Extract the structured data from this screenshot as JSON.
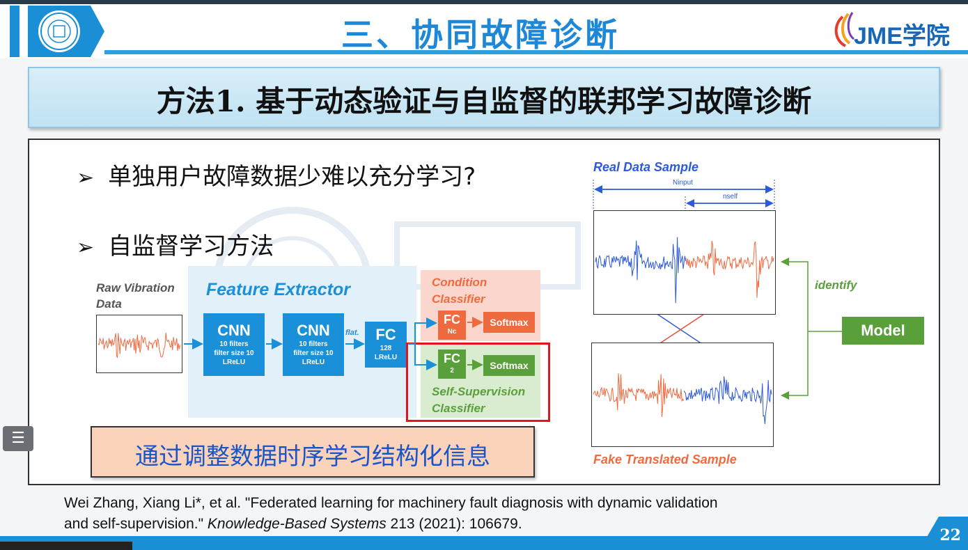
{
  "header": {
    "title": "三、协同故障诊断",
    "brand_text": "JME学院",
    "university_logo": "university-seal-icon",
    "brand_logo": "jme-logo-icon"
  },
  "subtitle": "方法1. 基于动态验证与自监督的联邦学习故障诊断",
  "bullets": [
    {
      "marker": "➢",
      "text": "单独用户故障数据少难以充分学习?"
    },
    {
      "marker": "➢",
      "text": "自监督学习方法"
    }
  ],
  "diagram": {
    "raw_label": "Raw Vibration\nData",
    "raw_label_1": "Raw Vibration",
    "raw_label_2": "Data",
    "feature_extractor": "Feature Extractor",
    "cnn1": {
      "title": "CNN",
      "l1": "10 filters",
      "l2": "filter size 10",
      "l3": "LReLU"
    },
    "cnn2": {
      "title": "CNN",
      "l1": "10 filters",
      "l2": "filter size 10",
      "l3": "LReLU"
    },
    "flat": "flat.",
    "fc128": {
      "title": "FC",
      "l1": "128",
      "l2": "LReLU"
    },
    "cond_label_1": "Condition",
    "cond_label_2": "Classifier",
    "fc_nc": {
      "title": "FC",
      "l1": "Nc"
    },
    "softmax1": "Softmax",
    "fc2": {
      "title": "FC",
      "l1": "2"
    },
    "softmax2": "Softmax",
    "ss_label_1": "Self-Supervision",
    "ss_label_2": "Classifier"
  },
  "right_panel": {
    "real_label": "Real Data Sample",
    "n_input": "Ninput",
    "n_self": "nself",
    "identify": "identify",
    "model": "Model",
    "fake_label": "Fake Translated Sample"
  },
  "highlight": "通过调整数据时序学习结构化信息",
  "reference": {
    "line1": "Wei Zhang, Xiang Li*, et al. \"Federated learning for machinery fault diagnosis with dynamic validation",
    "line2a": "and self-supervision.\" ",
    "journal": "Knowledge-Based Systems",
    "line2b": " 213 (2021): 106679."
  },
  "page_number": "22",
  "menu_icon": "list-menu-icon",
  "colors": {
    "accent_blue": "#1a90d8",
    "orange": "#f06a40",
    "green": "#5aa03a",
    "red_highlight": "#e4141b",
    "title_blue": "#1e88d8"
  }
}
